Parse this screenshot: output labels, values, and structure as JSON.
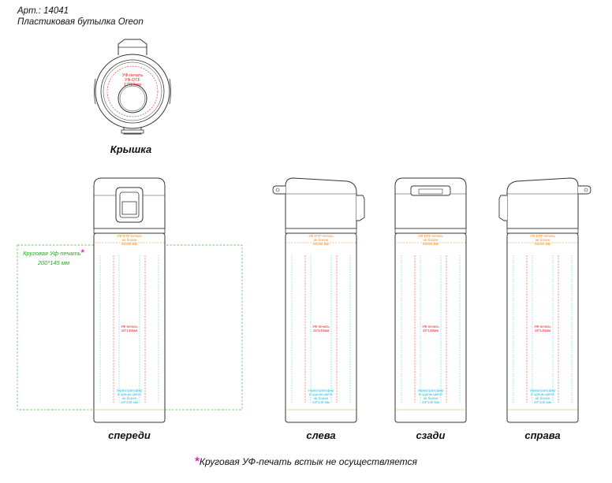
{
  "header": {
    "article": "Арт.: 14041",
    "product": "Пластиковая бутылка Oreon"
  },
  "lid": {
    "caption": "Крышка",
    "print_label": [
      "УФ-печать",
      "УФ-DTF",
      "17*17мм"
    ]
  },
  "views": [
    {
      "id": "front",
      "caption": "спереди"
    },
    {
      "id": "left",
      "caption": "слева"
    },
    {
      "id": "back",
      "caption": "сзади"
    },
    {
      "id": "right",
      "caption": "справа"
    }
  ],
  "labels": {
    "dtf": [
      "УФ-DTF-печать",
      "не более",
      "60х90 мм"
    ],
    "uv": [
      "УФ-печать",
      "15*145мм"
    ],
    "transfer": [
      "термотрансфер",
      "в одном цвете",
      "не более",
      "23*140 мм"
    ]
  },
  "circular": {
    "label": "Круговая Уф-печать",
    "size": "200*145 мм"
  },
  "footnote": {
    "star": "*",
    "text": "Круговая УФ-печать встык не осуществляется"
  },
  "colors": {
    "outline": "#333333",
    "uv_red": "#e02020",
    "dtf_orange": "#ee8822",
    "transfer_cyan": "#22bbdd",
    "circular_green": "#33bb33",
    "star_magenta": "#e020c0"
  }
}
